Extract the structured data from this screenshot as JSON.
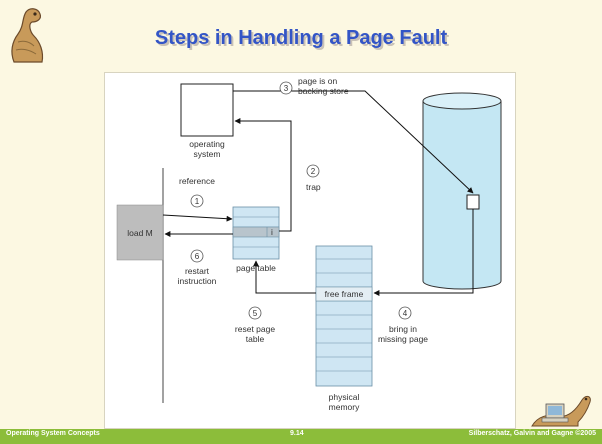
{
  "slide": {
    "title": "Steps in Handling a Page Fault",
    "footer_left": "Operating System Concepts",
    "footer_center": "9.14",
    "footer_right": "Silberschatz, Galvin and Gagne ©2005"
  },
  "diagram": {
    "operating_system": [
      "operating",
      "system"
    ],
    "page_table": "page table",
    "instruction": "load M",
    "free_frame": "free frame",
    "invalid_bit": "i",
    "physical_memory": [
      "physical",
      "memory"
    ],
    "steps": [
      {
        "num": "1",
        "lines": [
          "reference"
        ]
      },
      {
        "num": "2",
        "lines": [
          "trap"
        ]
      },
      {
        "num": "3",
        "lines": [
          "page is on",
          "backing store"
        ]
      },
      {
        "num": "4",
        "lines": [
          "bring in",
          "missing page"
        ]
      },
      {
        "num": "5",
        "lines": [
          "reset page",
          "table"
        ]
      },
      {
        "num": "6",
        "lines": [
          "restart",
          "instruction"
        ]
      }
    ]
  },
  "colors": {
    "title": "#3355c6",
    "footer_bar": "#8cbd3a",
    "page_table": "#cfe6f3",
    "physical_memory": "#cfe6f3",
    "disk": "#c4e7f3"
  },
  "icons": [
    "dinosaur-logo-icon",
    "dinosaur-computer-icon"
  ]
}
